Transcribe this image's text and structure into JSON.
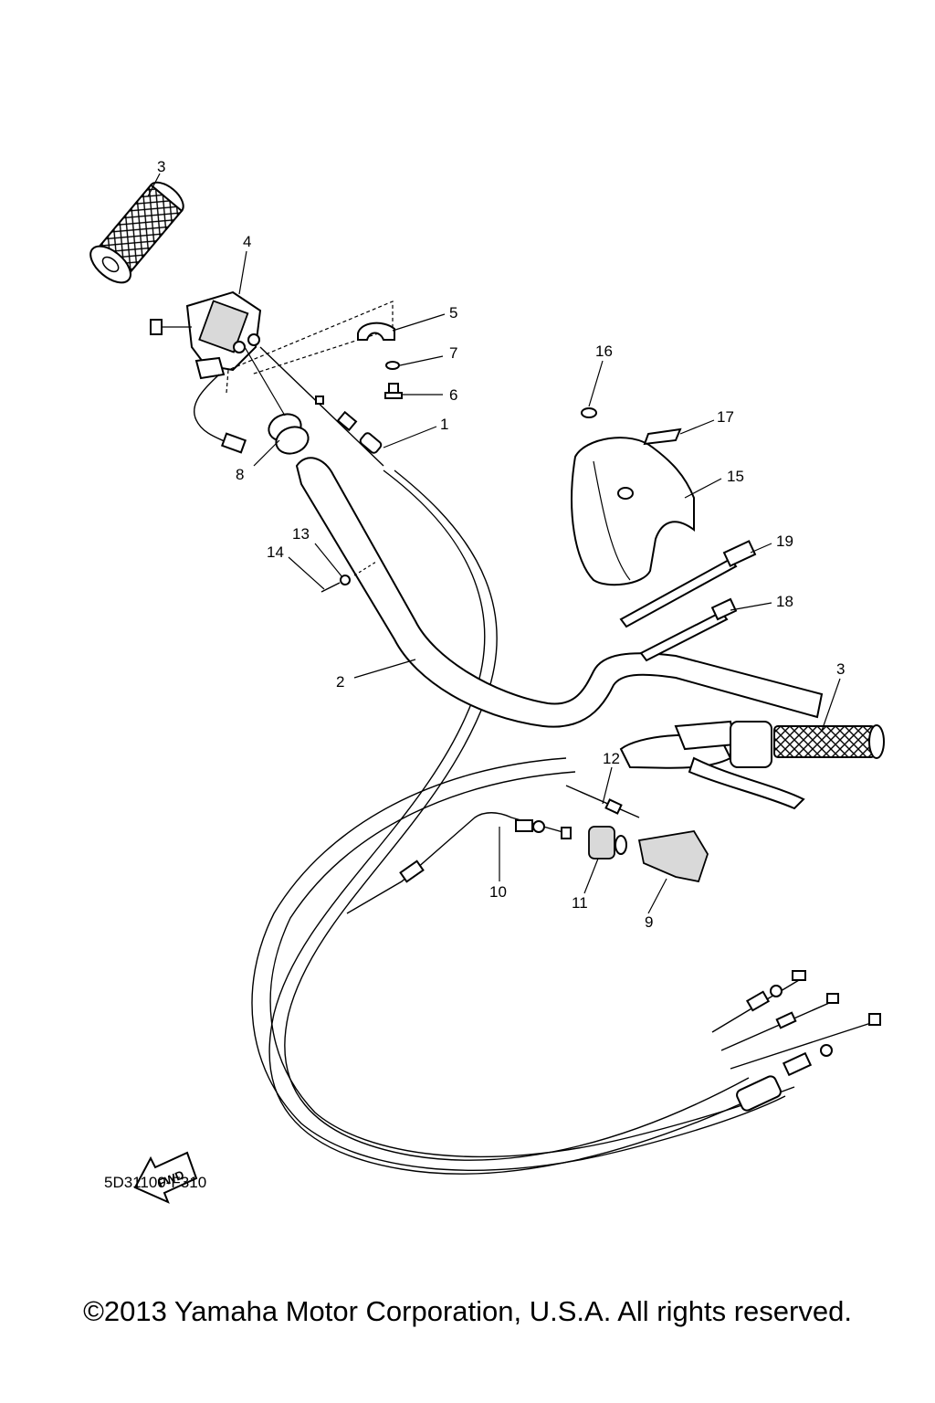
{
  "diagram": {
    "drawing_code": "5D31100-F310",
    "fwd_label": "FWD",
    "callouts": [
      {
        "id": "c3a",
        "label": "3"
      },
      {
        "id": "c4",
        "label": "4"
      },
      {
        "id": "c5",
        "label": "5"
      },
      {
        "id": "c7",
        "label": "7"
      },
      {
        "id": "c6",
        "label": "6"
      },
      {
        "id": "c1",
        "label": "1"
      },
      {
        "id": "c8",
        "label": "8"
      },
      {
        "id": "c16",
        "label": "16"
      },
      {
        "id": "c17",
        "label": "17"
      },
      {
        "id": "c15",
        "label": "15"
      },
      {
        "id": "c19",
        "label": "19"
      },
      {
        "id": "c18",
        "label": "18"
      },
      {
        "id": "c13",
        "label": "13"
      },
      {
        "id": "c14",
        "label": "14"
      },
      {
        "id": "c2",
        "label": "2"
      },
      {
        "id": "c3b",
        "label": "3"
      },
      {
        "id": "c12",
        "label": "12"
      },
      {
        "id": "c10",
        "label": "10"
      },
      {
        "id": "c11",
        "label": "11"
      },
      {
        "id": "c9",
        "label": "9"
      }
    ]
  },
  "footer": {
    "copyright": "©2013 Yamaha Motor Corporation, U.S.A. All rights reserved."
  }
}
